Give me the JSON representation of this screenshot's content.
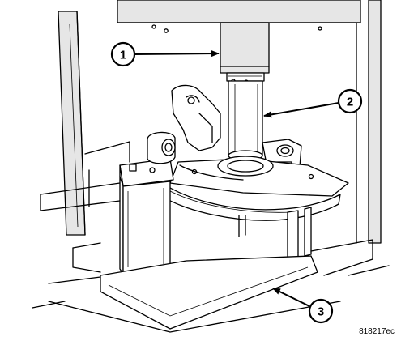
{
  "callouts": [
    {
      "number": "1"
    },
    {
      "number": "2"
    },
    {
      "number": "3"
    }
  ],
  "figure_id": "818217ec"
}
